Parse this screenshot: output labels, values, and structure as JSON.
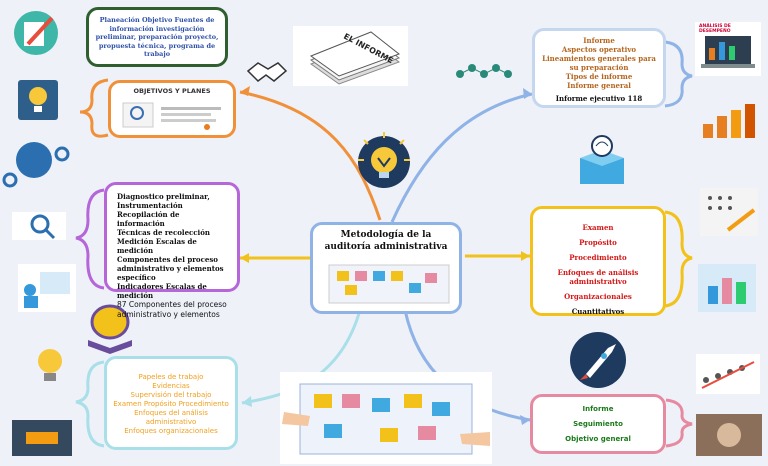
{
  "center": {
    "title_line1": "Metodología de la",
    "title_line2": "auditoría administrativa"
  },
  "top_left_box": {
    "text": "Planeación Objetivo Fuentes de información investigación preliminar, preparación proyecto, propuesta técnica, programa de trabajo"
  },
  "objetivos_card": {
    "title": "OBJETIVOS Y PLANES"
  },
  "informe_stack": {
    "label": "EL INFORME"
  },
  "top_right_box": {
    "lines": [
      "Informe",
      "Aspectos operativo",
      "Lineamientos generales para su preparación",
      "Tipos de informe",
      "Informe general"
    ],
    "footer": "Informe ejecutivo 118"
  },
  "analysis_thumb": {
    "label": "ANÁLISIS DE DESEMPEÑO"
  },
  "left_mid_box": {
    "lines": [
      "Diagnostico preliminar,",
      "Instrumentación",
      "Recopilación de información",
      "Técnicas de recolección",
      "Medición  Escalas de medición",
      "Componentes del proceso",
      "administrativo y elementos específico",
      "Indicadores Escalas de medición",
      "87 Componentes del proceso",
      "administrativo y elementos"
    ]
  },
  "right_mid_box": {
    "lines": [
      "Examen",
      "Propósito",
      "Procedimiento",
      "Enfoques de análisis administrativo",
      "Organizacionales",
      "Cuantitativos"
    ]
  },
  "bottom_left_box": {
    "lines": [
      "Papeles de trabajo",
      "Evidencias",
      "Supervisión del trabajo",
      "Examen Propósito Procedimiento",
      "Enfoques del análisis",
      "administrativo",
      "Enfoques organizacionales"
    ]
  },
  "bottom_right_box": {
    "lines": [
      "Informe",
      "Seguimiento",
      "Objetivo general"
    ]
  },
  "colors": {
    "orange": "#f0913a",
    "purple": "#b566d8",
    "yellow": "#f2c21b",
    "blue": "#8fb3e6",
    "pink": "#e68aa1",
    "teal": "#a9dfe8",
    "green_text": "#1a7a1a",
    "blue_text": "#2d4fa8",
    "red_text": "#d41818",
    "orange_text": "#f0a020"
  }
}
